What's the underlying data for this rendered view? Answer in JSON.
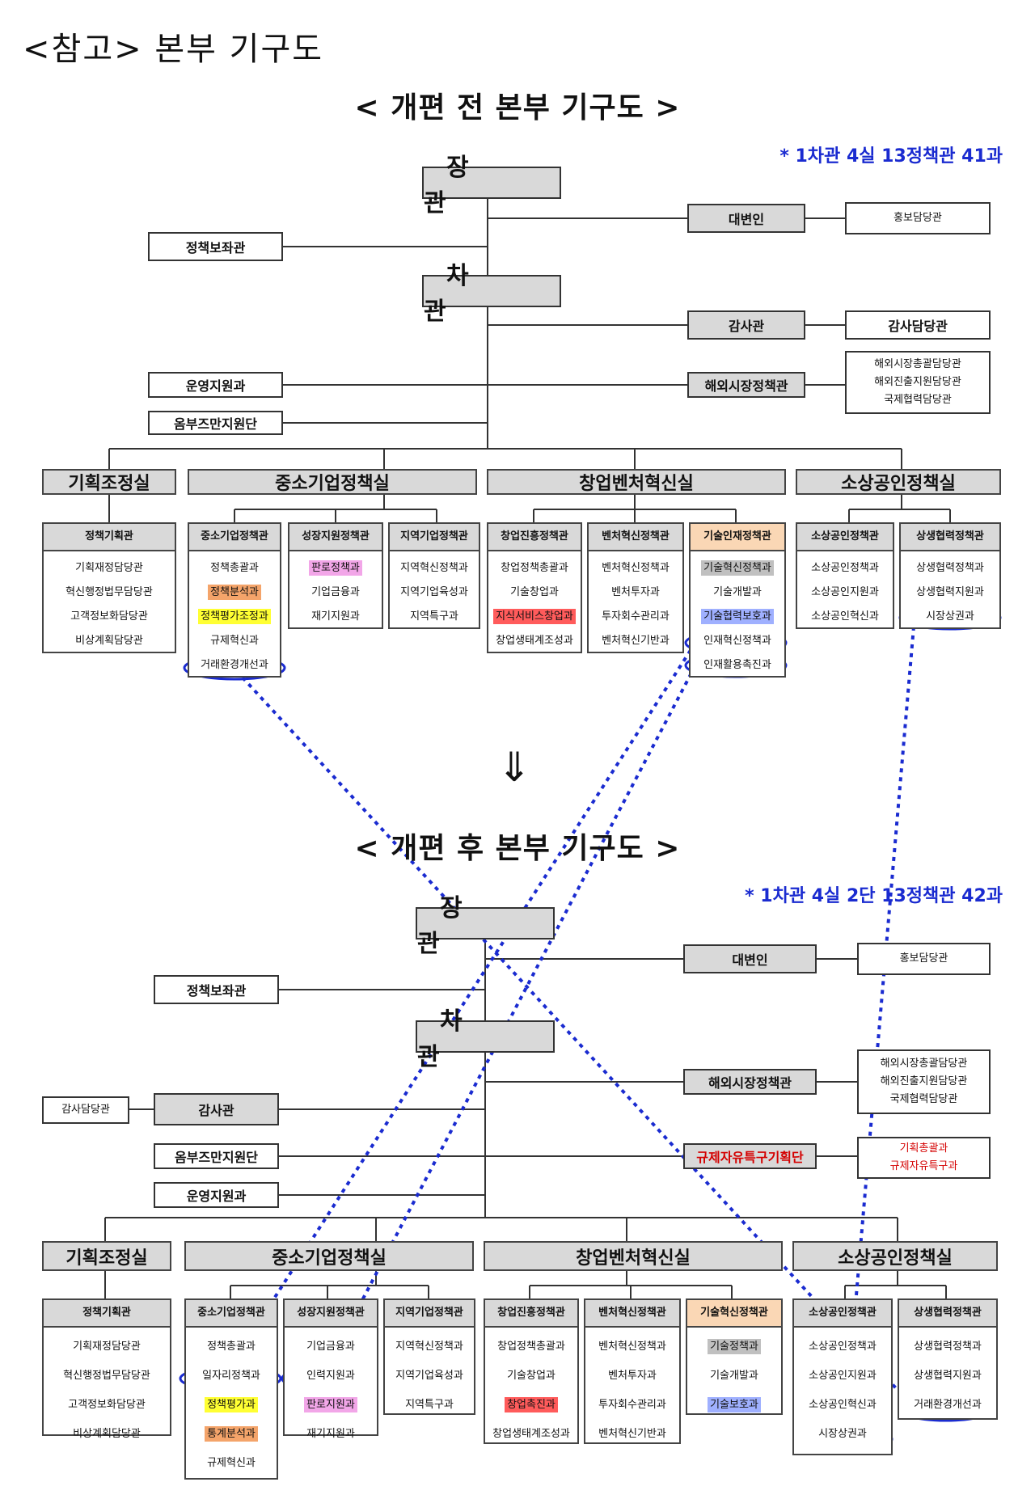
{
  "heading": "<참고> 본부 기구도",
  "before": {
    "title": "< 개편 전 본부 기구도 >",
    "note": "* 1차관 4실 13정책관 41과",
    "minister": "장 관",
    "vice": "차 관",
    "spokesperson": "대변인",
    "pr": "홍보담당관",
    "policy_aide": "정책보좌관",
    "inspector": "감사관",
    "audit_officer": "감사담당관",
    "ops_support": "운영지원과",
    "ombudsman": "옴부즈만지원단",
    "overseas": "해외시장정책관",
    "overseas_sub": [
      "해외시장총괄담당관",
      "해외진출지원담당관",
      "국제협력담당관"
    ],
    "offices": [
      "기획조정실",
      "중소기업정책실",
      "창업벤처혁신실",
      "소상공인정책실"
    ],
    "columns": [
      {
        "head": "정책기획관",
        "items": [
          "기획재정담당관",
          "혁신행정법무담당관",
          "고객정보화담당관",
          "비상계획담당관"
        ]
      },
      {
        "head": "중소기업정책관",
        "items": [
          "정책총괄과",
          "정책분석과",
          "정책평가조정과",
          "규제혁신과",
          "거래환경개선과"
        ]
      },
      {
        "head": "성장지원정책관",
        "items": [
          "판로정책과",
          "기업금융과",
          "재기지원과"
        ]
      },
      {
        "head": "지역기업정책관",
        "items": [
          "지역혁신정책과",
          "지역기업육성과",
          "지역특구과"
        ]
      },
      {
        "head": "창업진흥정책관",
        "items": [
          "창업정책총괄과",
          "기술창업과",
          "지식서비스창업과",
          "창업생태계조성과"
        ]
      },
      {
        "head": "벤처혁신정책관",
        "items": [
          "벤처혁신정책과",
          "벤처투자과",
          "투자회수관리과",
          "벤처혁신기반과"
        ]
      },
      {
        "head": "기술인재정책관",
        "items": [
          "기술혁신정책과",
          "기술개발과",
          "기술협력보호과",
          "인재혁신정책과",
          "인재활용촉진과"
        ]
      },
      {
        "head": "소상공인정책관",
        "items": [
          "소상공인정책과",
          "소상공인지원과",
          "소상공인혁신과"
        ]
      },
      {
        "head": "상생협력정책관",
        "items": [
          "상생협력정책과",
          "상생협력지원과",
          "시장상권과"
        ]
      }
    ]
  },
  "arrow": "⇓",
  "after": {
    "title": "< 개편 후 본부 기구도 >",
    "note": "* 1차관 4실 2단 13정책관 42과",
    "minister": "장 관",
    "vice": "차 관",
    "spokesperson": "대변인",
    "pr": "홍보담당관",
    "policy_aide": "정책보좌관",
    "overseas": "해외시장정책관",
    "overseas_sub": [
      "해외시장총괄담당관",
      "해외진출지원담당관",
      "국제협력담당관"
    ],
    "audit_officer": "감사담당관",
    "inspector": "감사관",
    "ombudsman": "옴부즈만지원단",
    "regulation_zone": "규제자유특구기획단",
    "regulation_sub": [
      "기획총괄과",
      "규제자유특구과"
    ],
    "ops_support": "운영지원과",
    "offices": [
      "기획조정실",
      "중소기업정책실",
      "창업벤처혁신실",
      "소상공인정책실"
    ],
    "columns": [
      {
        "head": "정책기획관",
        "items": [
          "기획재정담당관",
          "혁신행정법무담당관",
          "고객정보화담당관",
          "비상계획담당관"
        ]
      },
      {
        "head": "중소기업정책관",
        "items": [
          "정책총괄과",
          "일자리정책과",
          "정책평가과",
          "통계분석과",
          "규제혁신과"
        ]
      },
      {
        "head": "성장지원정책관",
        "items": [
          "기업금융과",
          "인력지원과",
          "판로지원과",
          "재기지원과"
        ]
      },
      {
        "head": "지역기업정책관",
        "items": [
          "지역혁신정책과",
          "지역기업육성과",
          "지역특구과"
        ]
      },
      {
        "head": "창업진흥정책관",
        "items": [
          "창업정책총괄과",
          "기술창업과",
          "창업촉진과",
          "창업생태계조성과"
        ]
      },
      {
        "head": "벤처혁신정책관",
        "items": [
          "벤처혁신정책과",
          "벤처투자과",
          "투자회수관리과",
          "벤처혁신기반과"
        ]
      },
      {
        "head": "기술혁신정책관",
        "items": [
          "기술정책과",
          "기술개발과",
          "기술보호과"
        ]
      },
      {
        "head": "소상공인정책관",
        "items": [
          "소상공인정책과",
          "소상공인지원과",
          "소상공인혁신과",
          "시장상권과"
        ]
      },
      {
        "head": "상생협력정책관",
        "items": [
          "상생협력정책과",
          "상생협력지원과",
          "거래환경개선과"
        ]
      }
    ]
  }
}
